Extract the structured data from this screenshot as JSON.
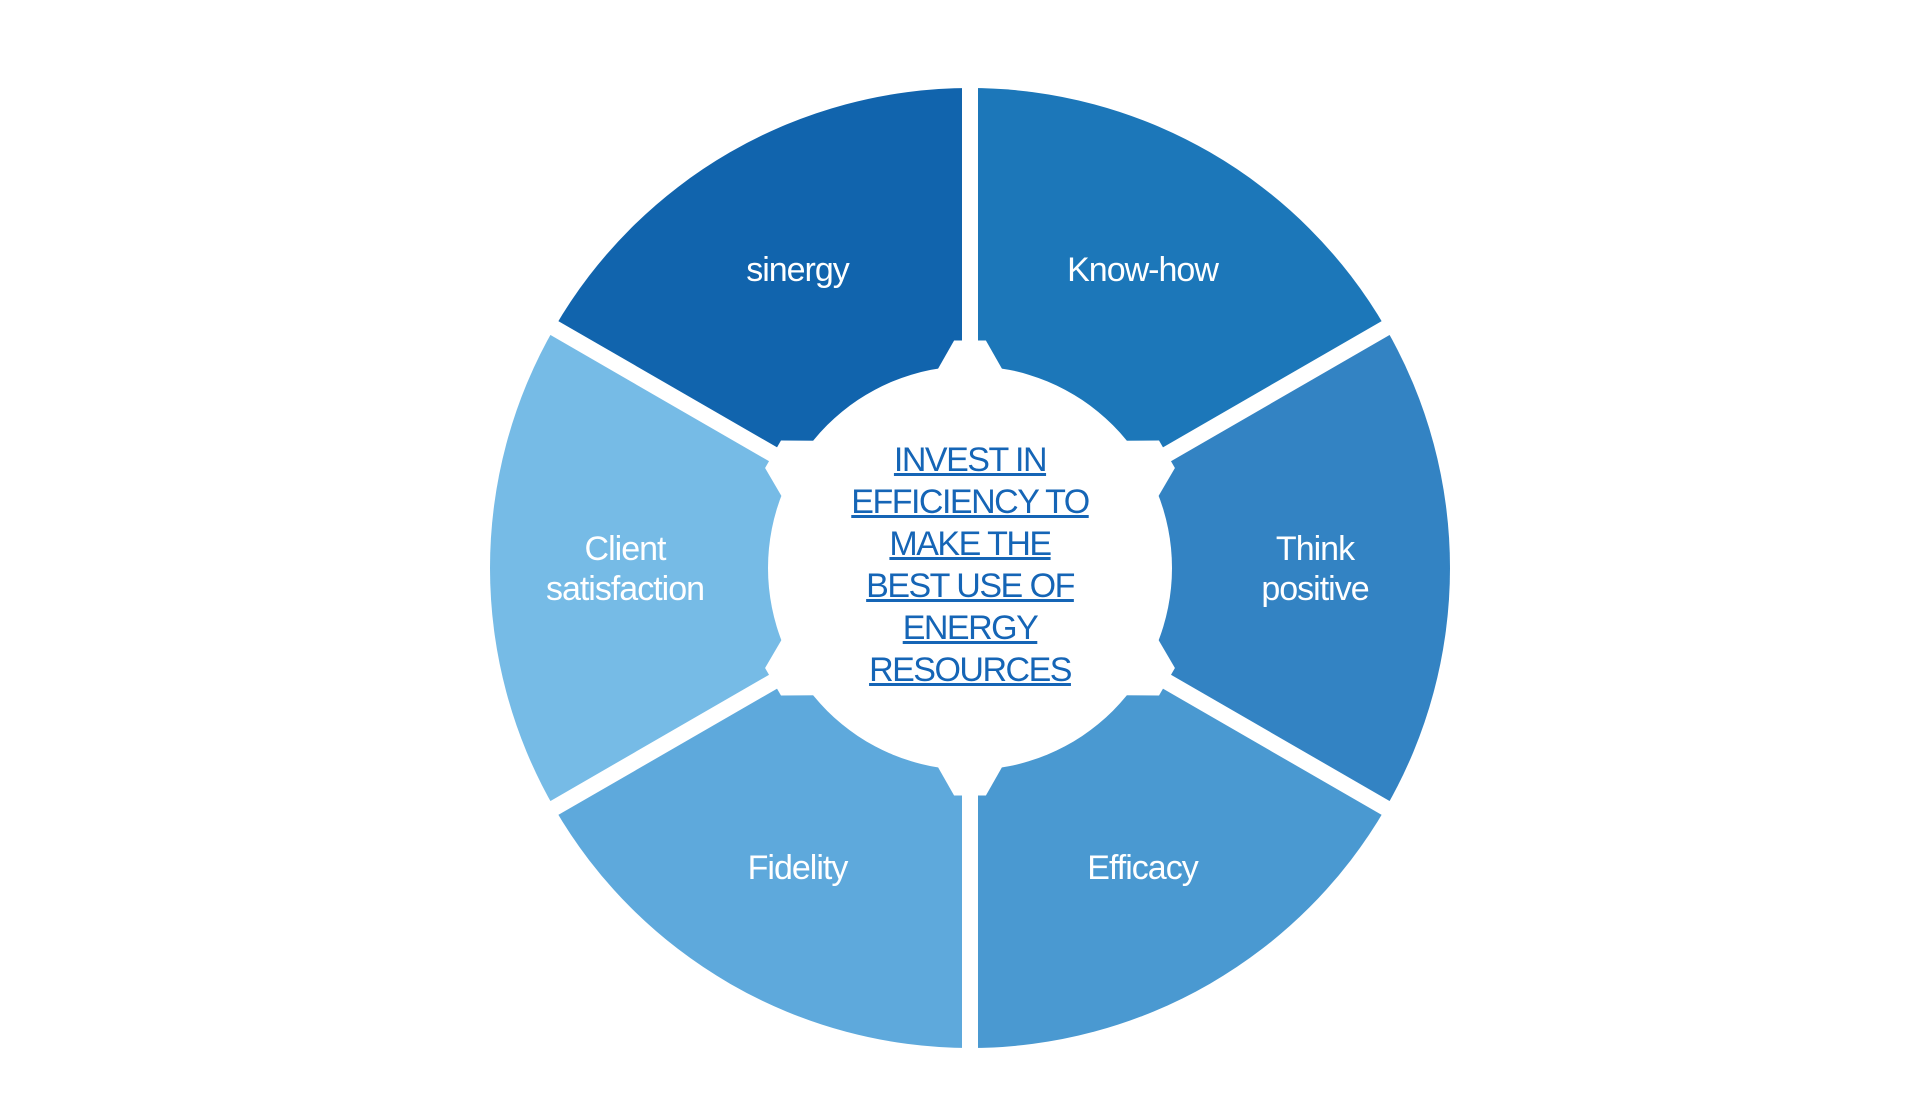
{
  "center": {
    "text": "INVEST IN EFFICIENCY TO MAKE THE BEST USE OF ENERGY RESOURCES"
  },
  "segments": [
    {
      "lines": [
        "sinergy"
      ],
      "color": "#1164ad"
    },
    {
      "lines": [
        "Know-how"
      ],
      "color": "#1c77b9"
    },
    {
      "lines": [
        "Think",
        "positive"
      ],
      "color": "#3383c3"
    },
    {
      "lines": [
        "Efficacy"
      ],
      "color": "#4a99d1"
    },
    {
      "lines": [
        "Fidelity"
      ],
      "color": "#5ea9dc"
    },
    {
      "lines": [
        "Client",
        "satisfaction"
      ],
      "color": "#76bbe6"
    }
  ]
}
